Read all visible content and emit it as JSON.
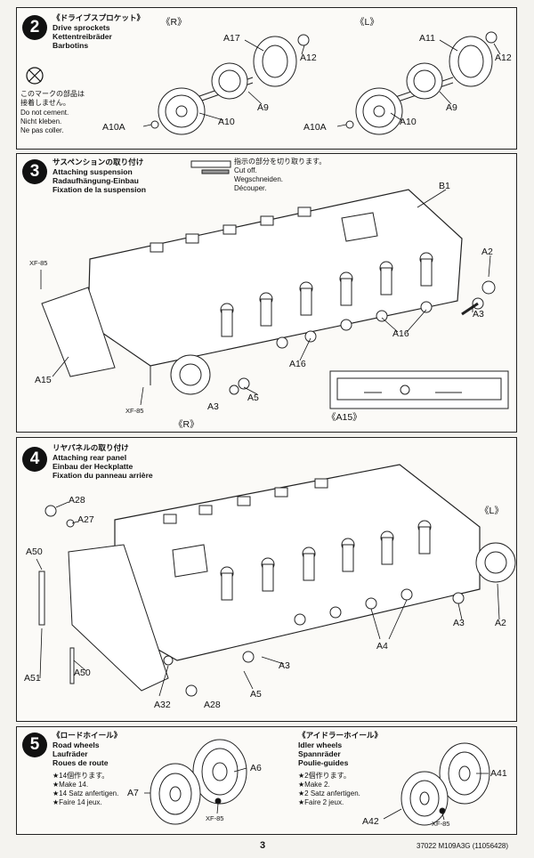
{
  "step2": {
    "num": "2",
    "title_jp": "《ドライブスプロケット》",
    "title_en": "Drive sprockets",
    "title_de": "Kettentreibräder",
    "title_fr": "Barbotins",
    "cement_jp_1": "このマークの部品は",
    "cement_jp_2": "接着しません。",
    "cement_en": "Do not cement.",
    "cement_de": "Nicht kleben.",
    "cement_fr": "Ne pas coller.",
    "side_r": "《R》",
    "side_l": "《L》",
    "labels": {
      "a17": "A17",
      "a12": "A12",
      "a9": "A9",
      "a10": "A10",
      "a10a": "A10A",
      "a11": "A11"
    }
  },
  "step3": {
    "num": "3",
    "title_jp": "サスペンションの取り付け",
    "title_en": "Attaching suspension",
    "title_de": "Radaufhängung-Einbau",
    "title_fr": "Fixation de la suspension",
    "cut_jp": "指示の部分を切り取ります。",
    "cut_en": "Cut off.",
    "cut_de": "Wegschneiden.",
    "cut_fr": "Découper.",
    "labels": {
      "b1": "B1",
      "a2": "A2",
      "a3": "A3",
      "a16": "A16",
      "a5": "A5",
      "a15": "A15",
      "xf85": "XF-85",
      "r": "《R》",
      "a15_inset": "《A15》"
    }
  },
  "step4": {
    "num": "4",
    "title_jp": "リヤパネルの取り付け",
    "title_en": "Attaching rear panel",
    "title_de": "Einbau der Heckplatte",
    "title_fr": "Fixation du panneau arrière",
    "labels": {
      "a28": "A28",
      "a27": "A27",
      "a50": "A50",
      "a51": "A51",
      "a32": "A32",
      "a3": "A3",
      "a5": "A5",
      "a4": "A4",
      "a2": "A2",
      "l": "《L》"
    }
  },
  "step5": {
    "num": "5",
    "road_title_jp": "《ロードホイール》",
    "road_title_en": "Road wheels",
    "road_title_de": "Laufräder",
    "road_title_fr": "Roues de route",
    "road_make_jp": "★14個作ります。",
    "road_make_en": "★Make 14.",
    "road_make_de": "★14 Satz anfertigen.",
    "road_make_fr": "★Faire 14 jeux.",
    "idler_title_jp": "《アイドラーホイール》",
    "idler_title_en": "Idler wheels",
    "idler_title_de": "Spannräder",
    "idler_title_fr": "Poulie-guides",
    "idler_make_jp": "★2個作ります。",
    "idler_make_en": "★Make 2.",
    "idler_make_de": "★2 Satz anfertigen.",
    "idler_make_fr": "★Faire 2 jeux.",
    "labels": {
      "a6": "A6",
      "a7": "A7",
      "xf85": "XF-85",
      "a41": "A41",
      "a42": "A42"
    }
  },
  "footer": {
    "page": "3",
    "code": "37022  M109A3G (11056428)"
  }
}
